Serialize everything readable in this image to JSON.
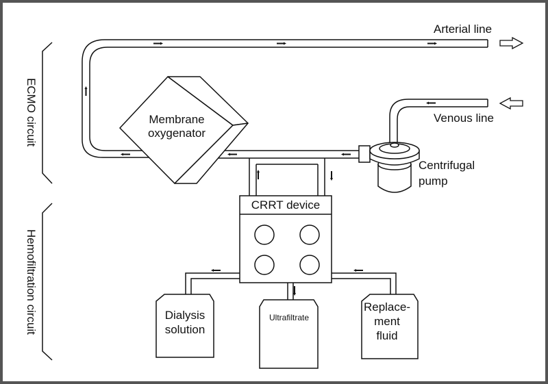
{
  "side_labels": {
    "ecmo": "ECMO circuit",
    "hemo": "Hemofiltration circuit"
  },
  "labels": {
    "arterial_line": "Arterial line",
    "venous_line": "Venous line",
    "membrane_oxygenator_line1": "Membrane",
    "membrane_oxygenator_line2": "oxygenator",
    "centrifugal_pump_line1": "Centrifugal",
    "centrifugal_pump_line2": "pump",
    "crrt_device": "CRRT device",
    "dialysis_solution_line1": "Dialysis",
    "dialysis_solution_line2": "solution",
    "ultrafiltrate": "Ultrafiltrate",
    "replacement_fluid_line1": "Replace-",
    "replacement_fluid_line2": "ment",
    "replacement_fluid_line3": "fluid"
  },
  "colors": {
    "background": "#ffffff",
    "border": "#555555",
    "stroke": "#111111",
    "fill": "#ffffff"
  }
}
